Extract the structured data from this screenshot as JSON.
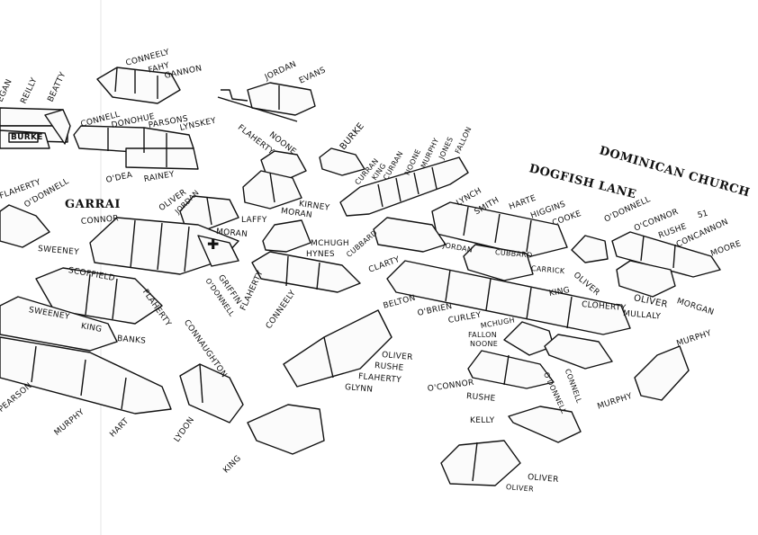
{
  "map": {
    "places": {
      "garrai": "GARRAI",
      "dogfish_lane": "DOGFISH LANE",
      "dominican_church": "DOMINICAN CHURCH"
    },
    "church_symbol": "✚",
    "church_number": "51",
    "names": {
      "egan": "EGAN",
      "reilly": "REILLY",
      "beatty": "BEATTY",
      "burke_left": "BURKE",
      "conneely_top": "CONNEELY",
      "fahy": "FAHY",
      "gannon": "GANNON",
      "connell": "CONNELL",
      "donohue": "DONOHUE",
      "parsons": "PARSONS",
      "lynskey": "LYNSKEY",
      "odea": "O'DEA",
      "rainey": "RAINEY",
      "jordan": "JORDAN",
      "evans": "EVANS",
      "flaherty_top": "FLAHERTY",
      "noone_top": "NOONE",
      "burke_mid": "BURKE",
      "curran_1": "CURRAN",
      "king_top": "KING",
      "curran_2": "CURRAN",
      "noone_row": "NOONE",
      "murphy_row": "MURPHY",
      "jones": "JONES",
      "fallon": "FALLON",
      "flaherty_left": "FLAHERTY",
      "odonnell_left": "O'DONNELL",
      "connor": "CONNOR",
      "oliver_garrai": "OLIVER",
      "jordan_garrai": "JORDAN",
      "laffy": "LAFFY",
      "moran_1": "MORAN",
      "kirney": "KIRNEY",
      "moran_2": "MORAN",
      "sweeney_1": "SWEENEY",
      "scoffield": "SCOFFIELD",
      "griffin": "GRIFFIN",
      "odonnell_mid": "O'DONNELL",
      "flaherty_mid": "FLAHERTY",
      "connaughton": "CONNAUGHTON",
      "sweeney_2": "SWEENEY",
      "king_left": "KING",
      "banks": "BANKS",
      "mchugh_1": "MCHUGH",
      "hynes": "HYNES",
      "flaherty_3": "FLAHERTY",
      "conneely_mid": "CONNEELY",
      "lynch": "LYNCH",
      "smith": "SMITH",
      "harte": "HARTE",
      "higgins": "HIGGINS",
      "cooke": "COOKE",
      "cubbard_1": "CUBBARD",
      "clarty": "CLARTY",
      "jordan_mid": "JORDAN",
      "cubbard_2": "CUBBARD",
      "carrick": "CARRICK",
      "odonnell_right": "O'DONNELL",
      "oconnor_right": "O'CONNOR",
      "rushe_right": "RUSHE",
      "concannon": "CONCANNON",
      "moore": "MOORE",
      "oliver_right": "OLIVER",
      "oliver_right2": "OLIVER",
      "morgan": "MORGAN",
      "belton": "BELTON",
      "obrien": "O'BRIEN",
      "curley": "CURLEY",
      "king_mid": "KING",
      "cloherty": "CLOHERTY",
      "mullaly": "MULLALY",
      "mchugh_2": "MCHUGH",
      "fallon_2": "FALLON",
      "noone_2": "NOONE",
      "oliver_mid": "OLIVER",
      "rushe_mid": "RUSHE",
      "flaherty_4": "FLAHERTY",
      "glynn": "GLYNN",
      "oconnor_mid": "O'CONNOR",
      "rushe_low": "RUSHE",
      "odonnell_low": "O'DONNELL",
      "connell_low": "CONNELL",
      "murphy_right": "MURPHY",
      "murphy_right2": "MURPHY",
      "kelly": "KELLY",
      "oliver_bottom1": "OLIVER",
      "oliver_bottom2": "OLIVER",
      "pearson": "PEARSON",
      "murphy_left": "MURPHY",
      "hart": "HART",
      "lydon": "LYDON",
      "king_bottom": "KING"
    }
  }
}
